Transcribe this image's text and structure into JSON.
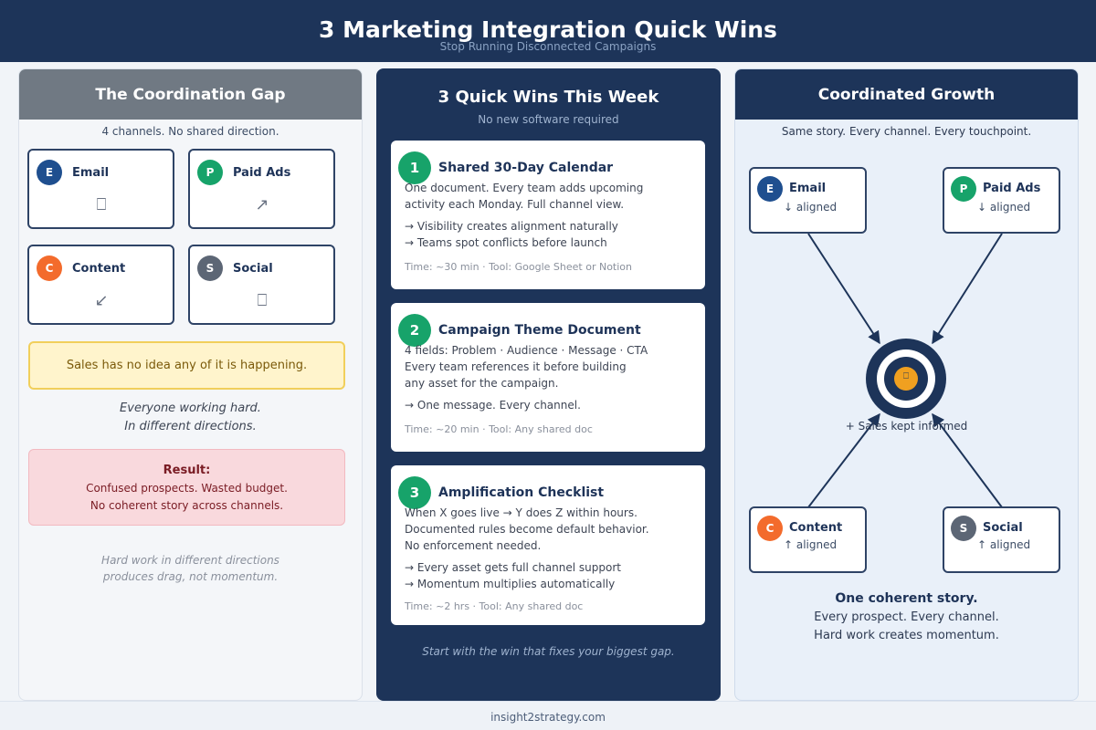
{
  "header": {
    "title": "3 Marketing Integration Quick Wins",
    "subtitle": "Stop Running Disconnected Campaigns"
  },
  "left": {
    "title": "The Coordination Gap",
    "subtitle": "4 channels. No shared direction.",
    "channels": [
      {
        "letter": "E",
        "name": "Email",
        "glyph": "⎕",
        "color": "#1f4f8f"
      },
      {
        "letter": "P",
        "name": "Paid Ads",
        "glyph": "↗",
        "color": "#17a36a"
      },
      {
        "letter": "C",
        "name": "Content",
        "glyph": "↙",
        "color": "#f36b2c"
      },
      {
        "letter": "S",
        "name": "Social",
        "glyph": "⎕",
        "color": "#5c6675"
      }
    ],
    "sales_note": "Sales has no idea any of it is happening.",
    "working": [
      "Everyone working hard.",
      "In different directions."
    ],
    "result_title": "Result:",
    "result_lines": [
      "Confused prospects. Wasted budget.",
      "No coherent story across channels."
    ],
    "closing": [
      "Hard work in different directions",
      "produces drag, not momentum."
    ]
  },
  "middle": {
    "title": "3 Quick Wins This Week",
    "subtitle": "No new software required",
    "wins": [
      {
        "num": "1",
        "title": "Shared 30-Day Calendar",
        "lines": [
          "One document. Every team adds upcoming",
          "activity each Monday. Full channel view."
        ],
        "bullets": [
          "→ Visibility creates alignment naturally",
          "→ Teams spot conflicts before launch"
        ],
        "meta": "Time: ~30 min · Tool: Google Sheet or Notion"
      },
      {
        "num": "2",
        "title": "Campaign Theme Document",
        "lines": [
          "4 fields: Problem · Audience · Message · CTA",
          "Every team references it before building",
          "any asset for the campaign."
        ],
        "bullets": [
          "→ One message. Every channel."
        ],
        "meta": "Time: ~20 min · Tool: Any shared doc"
      },
      {
        "num": "3",
        "title": "Amplification Checklist",
        "lines": [
          "When X goes live → Y does Z within hours.",
          "Documented rules become default behavior.",
          "No enforcement needed."
        ],
        "bullets": [
          "→ Every asset gets full channel support",
          "→ Momentum multiplies automatically"
        ],
        "meta": "Time: ~2 hrs · Tool: Any shared doc"
      }
    ],
    "footer": "Start with the win that fixes your biggest gap."
  },
  "right": {
    "title": "Coordinated Growth",
    "subtitle": "Same story. Every channel. Every touchpoint.",
    "channels": [
      {
        "letter": "E",
        "name": "Email",
        "status": "↓ aligned",
        "color": "#1f4f8f"
      },
      {
        "letter": "P",
        "name": "Paid Ads",
        "status": "↓ aligned",
        "color": "#17a36a"
      },
      {
        "letter": "C",
        "name": "Content",
        "status": "↑ aligned",
        "color": "#f36b2c"
      },
      {
        "letter": "S",
        "name": "Social",
        "status": "↑ aligned",
        "color": "#5c6675"
      }
    ],
    "target_glyph": "⎕",
    "sales_label": "+ Sales kept informed",
    "closing_title": "One coherent story.",
    "closing_lines": [
      "Every prospect. Every channel.",
      "Hard work creates momentum."
    ]
  },
  "footer": {
    "text": "insight2strategy.com"
  },
  "colors": {
    "navy": "#1d3459",
    "green": "#17a36a",
    "orange": "#f36b2c",
    "gold": "#f0a020",
    "gray_header": "#707983"
  }
}
